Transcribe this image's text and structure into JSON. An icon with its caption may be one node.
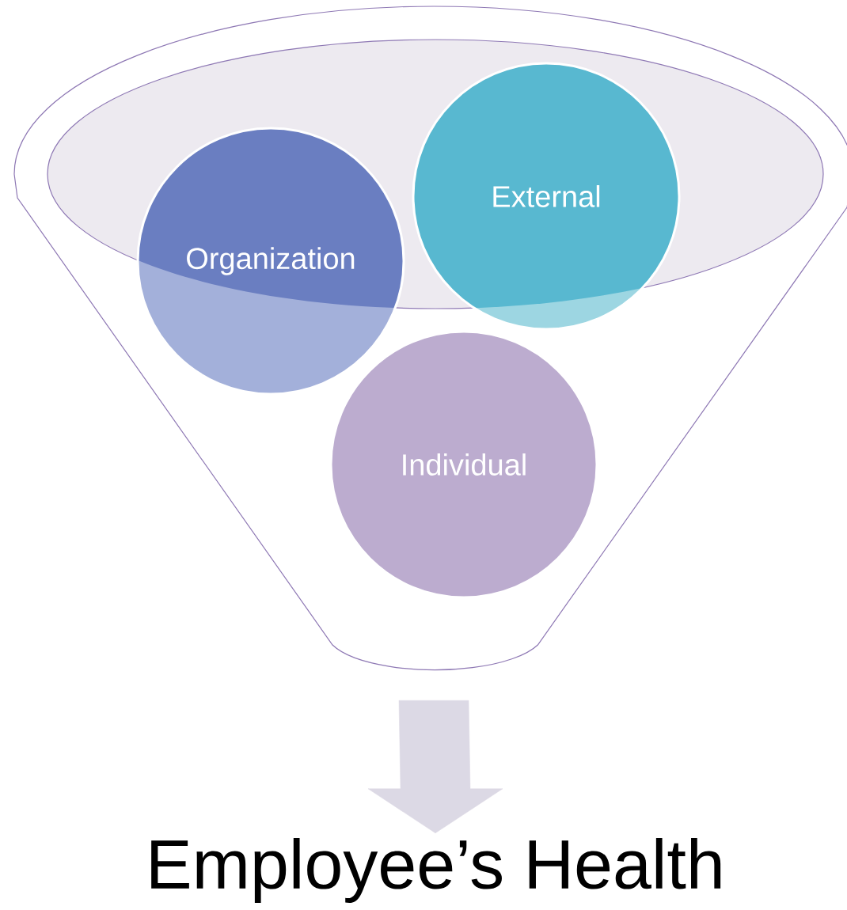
{
  "diagram": {
    "nodes": [
      {
        "text": [],
        "shape": "funnel"
      },
      {
        "text": [
          "Organization"
        ],
        "in": 0
      },
      {
        "text": [
          "External"
        ],
        "in": 0
      },
      {
        "text": [
          "Individual"
        ],
        "in": 0
      },
      {
        "text": [
          "Employee’s Health"
        ]
      }
    ],
    "edges": [
      {
        "from": 0,
        "to": 4,
        "arrow": "to"
      }
    ]
  }
}
